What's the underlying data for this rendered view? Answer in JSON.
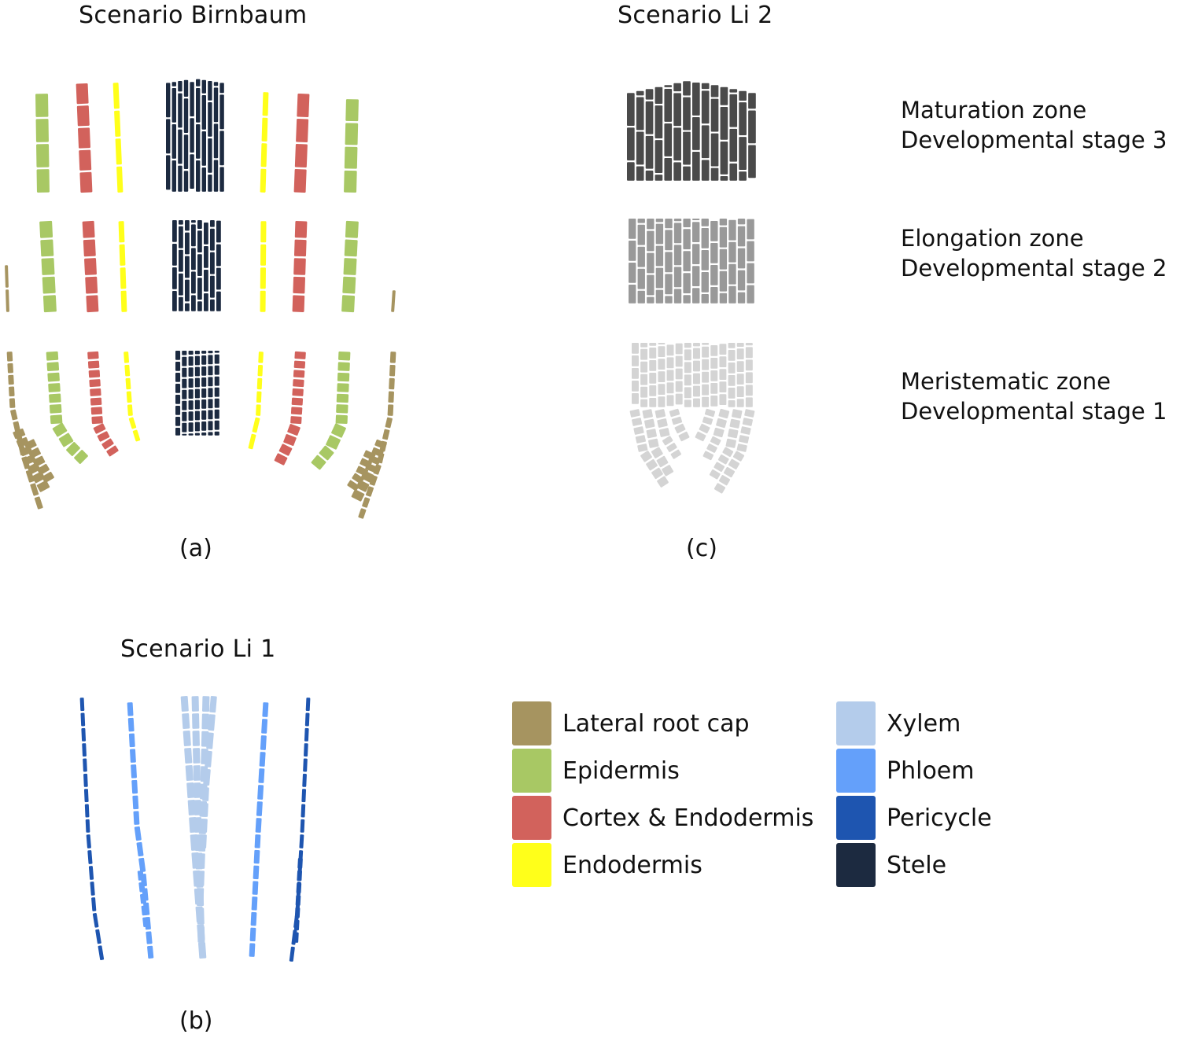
{
  "panels": {
    "a": {
      "title": "Scenario Birnbaum",
      "label": "(a)"
    },
    "b": {
      "title": "Scenario Li 1",
      "label": "(b)"
    },
    "c": {
      "title": "Scenario Li 2",
      "label": "(c)"
    }
  },
  "zones": [
    {
      "name": "Maturation zone",
      "stage": "Developmental stage 3",
      "shade": "#4a4a4a"
    },
    {
      "name": "Elongation zone",
      "stage": "Developmental stage 2",
      "shade": "#999999"
    },
    {
      "name": "Meristematic zone",
      "stage": "Developmental stage 1",
      "shade": "#d4d4d4"
    }
  ],
  "legend": [
    {
      "label": "Lateral root cap",
      "color": "#a69460"
    },
    {
      "label": "Epidermis",
      "color": "#a8c864"
    },
    {
      "label": "Cortex & Endodermis",
      "color": "#d2625c"
    },
    {
      "label": "Endodermis",
      "color": "#ffff1a"
    },
    {
      "label": "Xylem",
      "color": "#b4cceb"
    },
    {
      "label": "Phloem",
      "color": "#64a0fa"
    },
    {
      "label": "Pericycle",
      "color": "#1e55b0"
    },
    {
      "label": "Stele",
      "color": "#1c2a40"
    }
  ]
}
